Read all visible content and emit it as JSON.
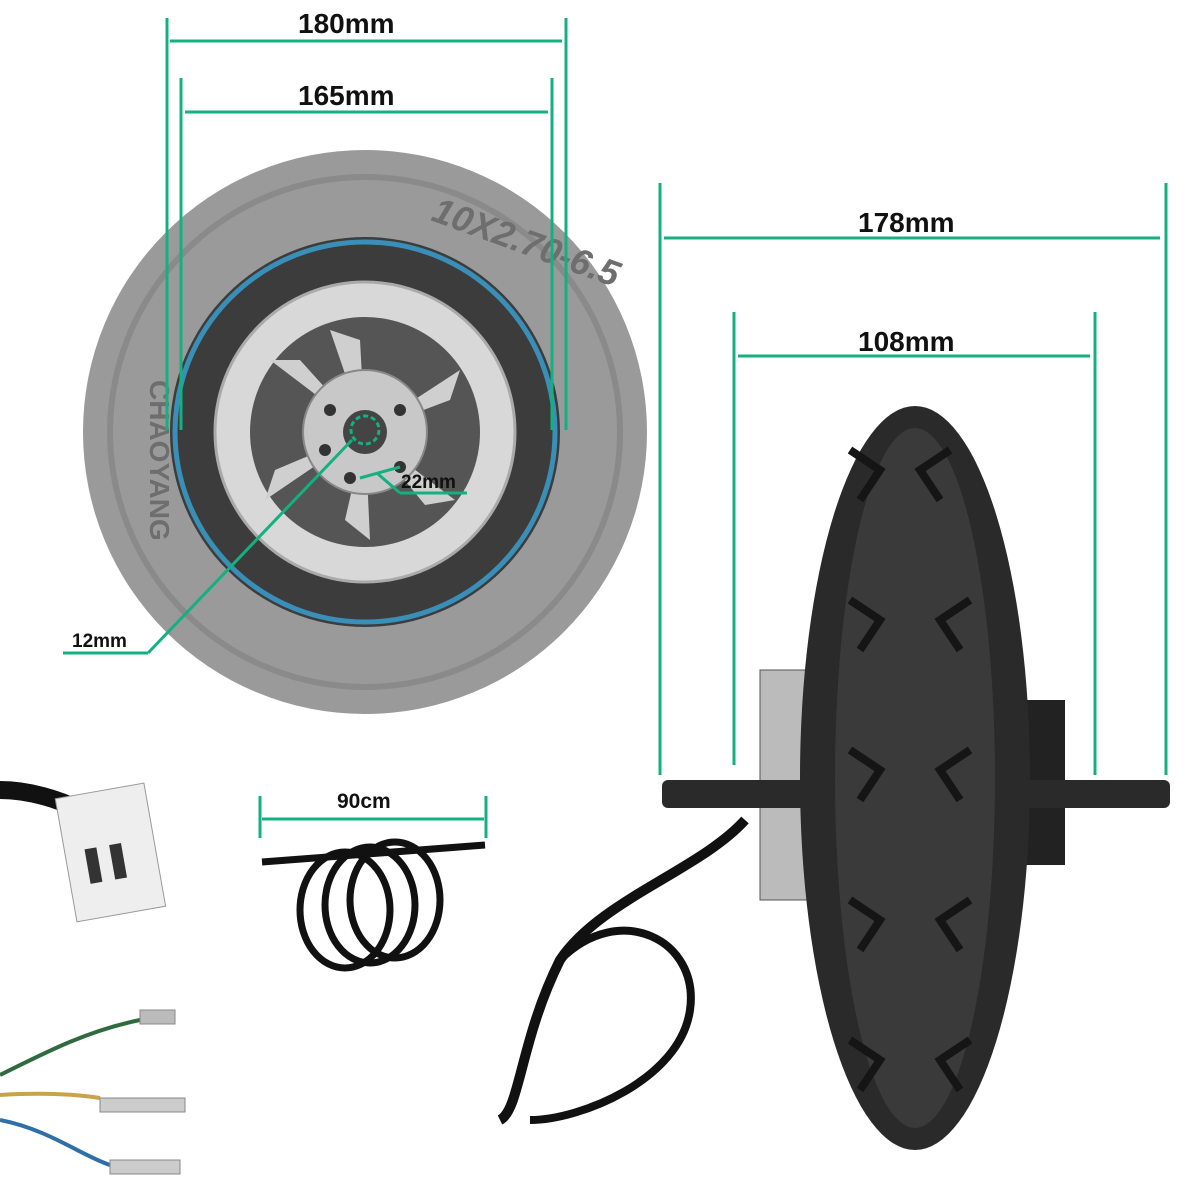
{
  "accent_color": "#14b07f",
  "dimensions": {
    "tire_outer_diameter": "180mm",
    "rim_diameter": "165mm",
    "axle_total_length": "178mm",
    "hub_width": "108mm",
    "bolt_spacing": "22mm",
    "axle_diameter": "12mm",
    "cable_length": "90cm"
  },
  "tire_marking": {
    "size": "10X2.70-6.5",
    "brand": "CHAOYANG"
  }
}
